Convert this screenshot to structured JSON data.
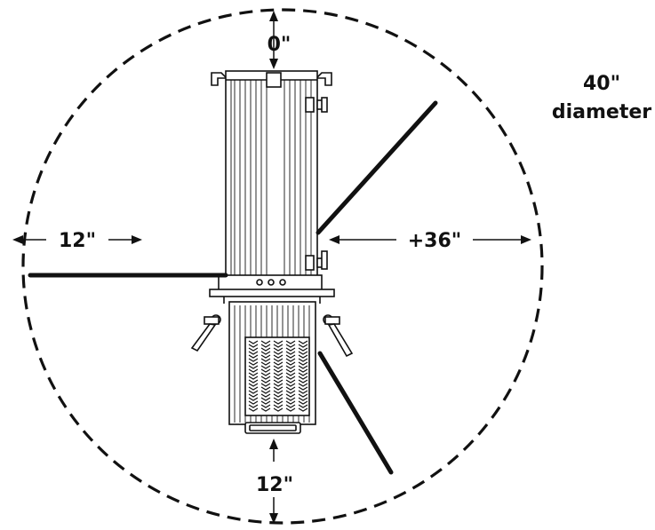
{
  "labels": {
    "top": "0\"",
    "left": "12\"",
    "right": "+36\"",
    "bottom": "12\"",
    "diameter_value": "40\"",
    "diameter_word": "diameter"
  },
  "colors": {
    "ink": "#111111",
    "background": "#ffffff"
  }
}
